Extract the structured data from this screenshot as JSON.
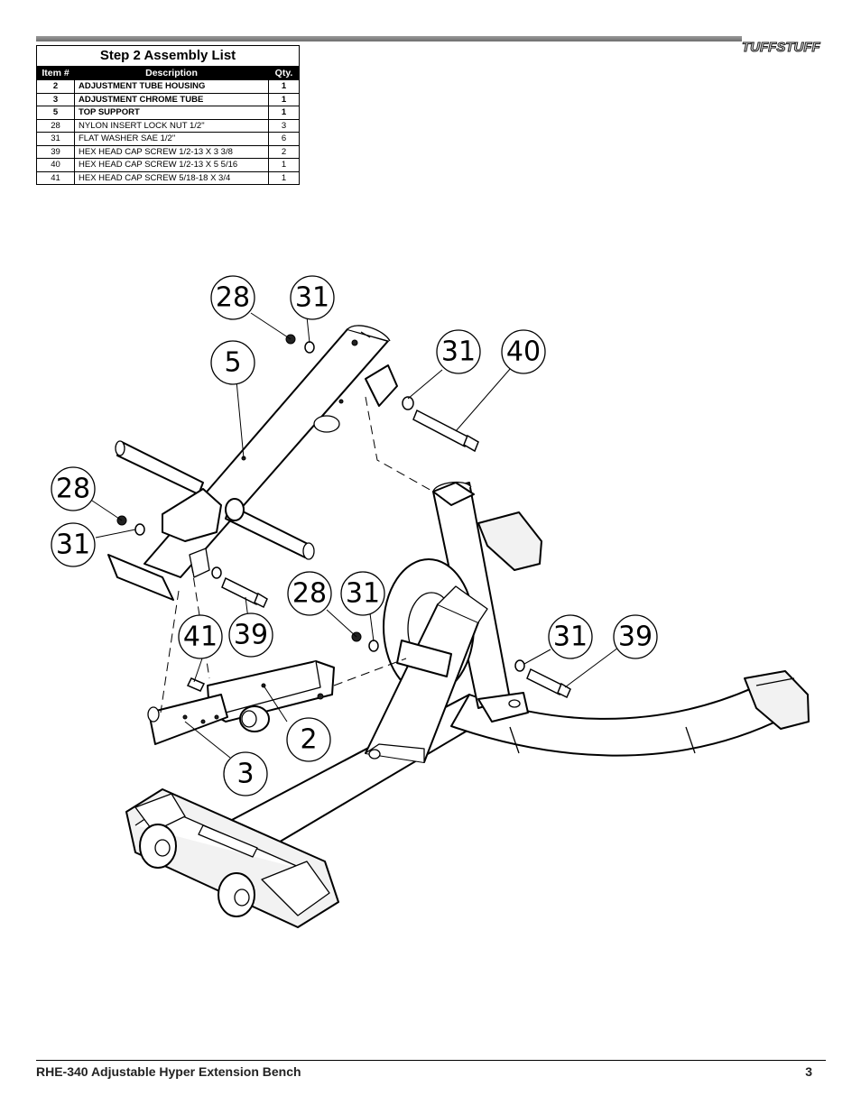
{
  "header": {
    "logo_text": "TUFFSTUFF"
  },
  "assembly_list": {
    "title": "Step 2    Assembly List",
    "columns": [
      "Item #",
      "Description",
      "Qty."
    ],
    "rows": [
      {
        "item": "2",
        "description": "ADJUSTMENT TUBE HOUSING",
        "qty": "1",
        "bold": true
      },
      {
        "item": "3",
        "description": "ADJUSTMENT CHROME TUBE",
        "qty": "1",
        "bold": true
      },
      {
        "item": "5",
        "description": "TOP SUPPORT",
        "qty": "1",
        "bold": true
      },
      {
        "item": "28",
        "description": "NYLON INSERT LOCK NUT 1/2\"",
        "qty": "3",
        "bold": false
      },
      {
        "item": "31",
        "description": "FLAT WASHER SAE 1/2\"",
        "qty": "6",
        "bold": false
      },
      {
        "item": "39",
        "description": "HEX HEAD CAP SCREW 1/2-13 X 3 3/8",
        "qty": "2",
        "bold": false
      },
      {
        "item": "40",
        "description": "HEX HEAD CAP SCREW 1/2-13 X 5 5/16",
        "qty": "1",
        "bold": false
      },
      {
        "item": "41",
        "description": "HEX HEAD CAP SCREW 5/18-18 X 3/4",
        "qty": "1",
        "bold": false
      }
    ]
  },
  "diagram": {
    "callouts": [
      "28",
      "31",
      "5",
      "31",
      "40",
      "28",
      "31",
      "28",
      "31",
      "41",
      "39",
      "31",
      "39",
      "2",
      "3"
    ]
  },
  "footer": {
    "title": "RHE-340   Adjustable Hyper Extension Bench",
    "page_number": "3"
  }
}
